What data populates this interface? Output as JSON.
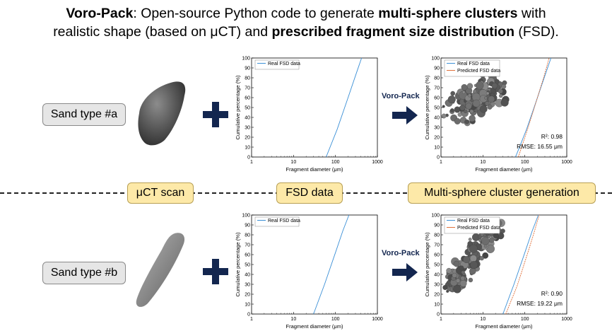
{
  "title": {
    "seg1_bold": "Voro-Pack",
    "seg2": ": Open-source Python code to generate ",
    "seg3_bold": "multi-sphere clusters",
    "seg4": " with",
    "line2_seg1": "realistic shape (based on μCT) and ",
    "line2_seg2_bold": "prescribed fragment size distribution",
    "line2_seg3": " (FSD)."
  },
  "rows": [
    {
      "label": "Sand type #a"
    },
    {
      "label": "Sand type #b"
    }
  ],
  "stages": {
    "uct": "μCT scan",
    "fsd": "FSD data",
    "cluster": "Multi-sphere cluster generation"
  },
  "arrow_label": "Voro-Pack",
  "colors": {
    "real": "#3a8fd6",
    "predicted": "#e0703a",
    "arrow": "#13264f",
    "tag_fill": "#fde9a8",
    "label_fill": "#e6e6e6"
  },
  "icons": [
    "sand-grain-a-icon",
    "sand-grain-b-icon",
    "plus-icon",
    "right-arrow-icon",
    "sphere-cluster-icon"
  ],
  "chart_data": [
    {
      "id": "fsd-a",
      "type": "line",
      "xscale": "log",
      "xlim": [
        1,
        1000
      ],
      "ylim": [
        0,
        100
      ],
      "xlabel": "Fragment diameter (μm)",
      "ylabel": "Cumulative percentage (%)",
      "xticks": [
        "1",
        "10",
        "100",
        "1000"
      ],
      "yticks": [
        "0",
        "10",
        "20",
        "30",
        "40",
        "50",
        "60",
        "70",
        "80",
        "90",
        "100"
      ],
      "series": [
        {
          "name": "Real FSD data",
          "x": [
            60,
            110,
            200,
            300,
            420
          ],
          "y": [
            0,
            28,
            60,
            82,
            100
          ]
        }
      ]
    },
    {
      "id": "result-a",
      "type": "line",
      "xscale": "log",
      "xlim": [
        1,
        1000
      ],
      "ylim": [
        0,
        100
      ],
      "xlabel": "Fragment diameter (μm)",
      "ylabel": "Cumulative percentage (%)",
      "xticks": [
        "1",
        "10",
        "100",
        "1000"
      ],
      "yticks": [
        "0",
        "10",
        "20",
        "30",
        "40",
        "50",
        "60",
        "70",
        "80",
        "90",
        "100"
      ],
      "annotations": [
        "R²: 0.98",
        "RMSE: 16.55 μm"
      ],
      "series": [
        {
          "name": "Real FSD data",
          "x": [
            60,
            110,
            200,
            300,
            420
          ],
          "y": [
            0,
            28,
            60,
            82,
            100
          ]
        },
        {
          "name": "Predicted FSD data",
          "x": [
            70,
            120,
            190,
            280,
            380
          ],
          "y": [
            0,
            30,
            57,
            80,
            100
          ]
        }
      ]
    },
    {
      "id": "fsd-b",
      "type": "line",
      "xscale": "log",
      "xlim": [
        1,
        1000
      ],
      "ylim": [
        0,
        100
      ],
      "xlabel": "Fragment diameter (μm)",
      "ylabel": "Cumulative percentage (%)",
      "xticks": [
        "1",
        "10",
        "100",
        "1000"
      ],
      "yticks": [
        "0",
        "10",
        "20",
        "30",
        "40",
        "50",
        "60",
        "70",
        "80",
        "90",
        "100"
      ],
      "series": [
        {
          "name": "Real FSD data",
          "x": [
            30,
            55,
            100,
            150,
            210
          ],
          "y": [
            0,
            30,
            62,
            84,
            100
          ]
        }
      ]
    },
    {
      "id": "result-b",
      "type": "line",
      "xscale": "log",
      "xlim": [
        1,
        1000
      ],
      "ylim": [
        0,
        100
      ],
      "xlabel": "Fragment diameter (μm)",
      "ylabel": "Cumulative percentage (%)",
      "xticks": [
        "1",
        "10",
        "100",
        "1000"
      ],
      "yticks": [
        "0",
        "10",
        "20",
        "30",
        "40",
        "50",
        "60",
        "70",
        "80",
        "90",
        "100"
      ],
      "annotations": [
        "R²: 0.90",
        "RMSE: 19.22 μm"
      ],
      "series": [
        {
          "name": "Real FSD data",
          "x": [
            30,
            55,
            100,
            150,
            210
          ],
          "y": [
            0,
            30,
            62,
            84,
            100
          ]
        },
        {
          "name": "Predicted FSD data",
          "x": [
            35,
            65,
            110,
            160,
            220
          ],
          "y": [
            0,
            28,
            58,
            80,
            100
          ]
        }
      ]
    }
  ]
}
